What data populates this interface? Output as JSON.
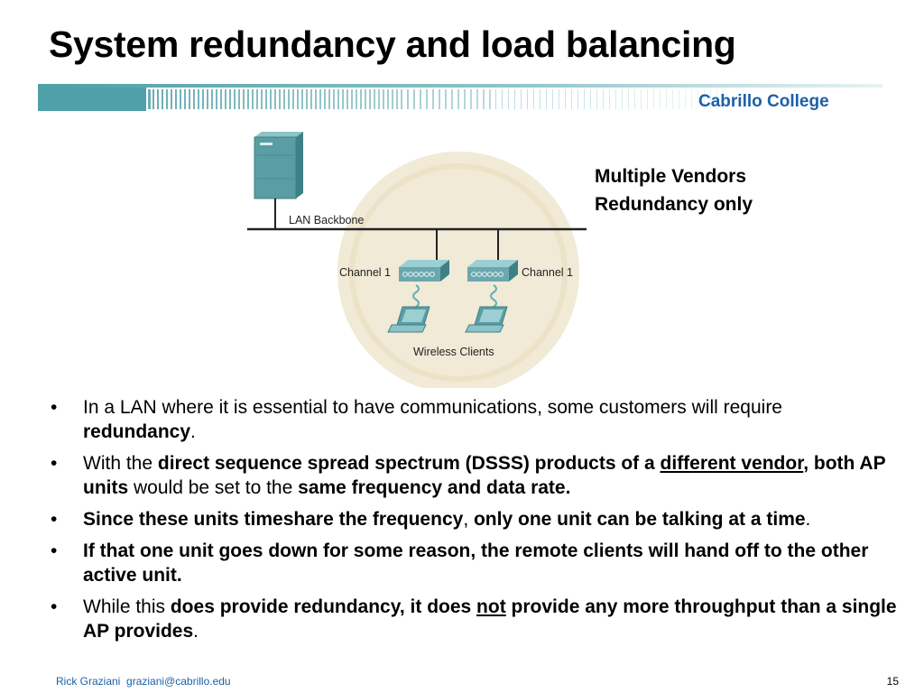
{
  "slide": {
    "title": "System redundancy and load balancing",
    "college": "Cabrillo College",
    "side_label_line1": "Multiple Vendors",
    "side_label_line2": "Redundancy only",
    "page_number": "15",
    "footer_author": "Rick Graziani",
    "footer_email": "graziani@cabrillo.edu"
  },
  "diagram": {
    "backbone_label": "LAN Backbone",
    "channel_left": "Channel 1",
    "channel_right": "Channel 1",
    "clients_label": "Wireless Clients"
  },
  "bullets": [
    {
      "a": "In a LAN where it is essential to have communications, some customers will require ",
      "b": "redundancy",
      "c": "."
    },
    {
      "a": "With the ",
      "b": "direct sequence spread spectrum (DSSS) products of a ",
      "b_u": "different vendor",
      "b2": ", both AP units",
      "c": " would be set to the ",
      "d": "same frequency and data rate."
    },
    {
      "b": "Since these units timeshare the frequency",
      "c": ", ",
      "d": "only one unit can be talking at a time",
      "e": "."
    },
    {
      "b": "If that one unit goes down for some reason, the remote clients will hand off to the other active unit."
    },
    {
      "a": "While this ",
      "b": "does provide redundancy, it does ",
      "b_u": "not",
      "b2": " provide any more throughput than a single AP provides",
      "c": "."
    }
  ],
  "colors": {
    "brand_blue": "#1c60a8",
    "header_teal": "#4fa0a8",
    "server_teal": "#5a9ea4",
    "ap_teal": "#6aa8ae",
    "circle_fill": "#f1ead6"
  },
  "icons": {
    "server": "server-icon",
    "access_point": "access-point-icon",
    "laptop": "laptop-icon",
    "wireless": "wireless-signal-icon"
  }
}
